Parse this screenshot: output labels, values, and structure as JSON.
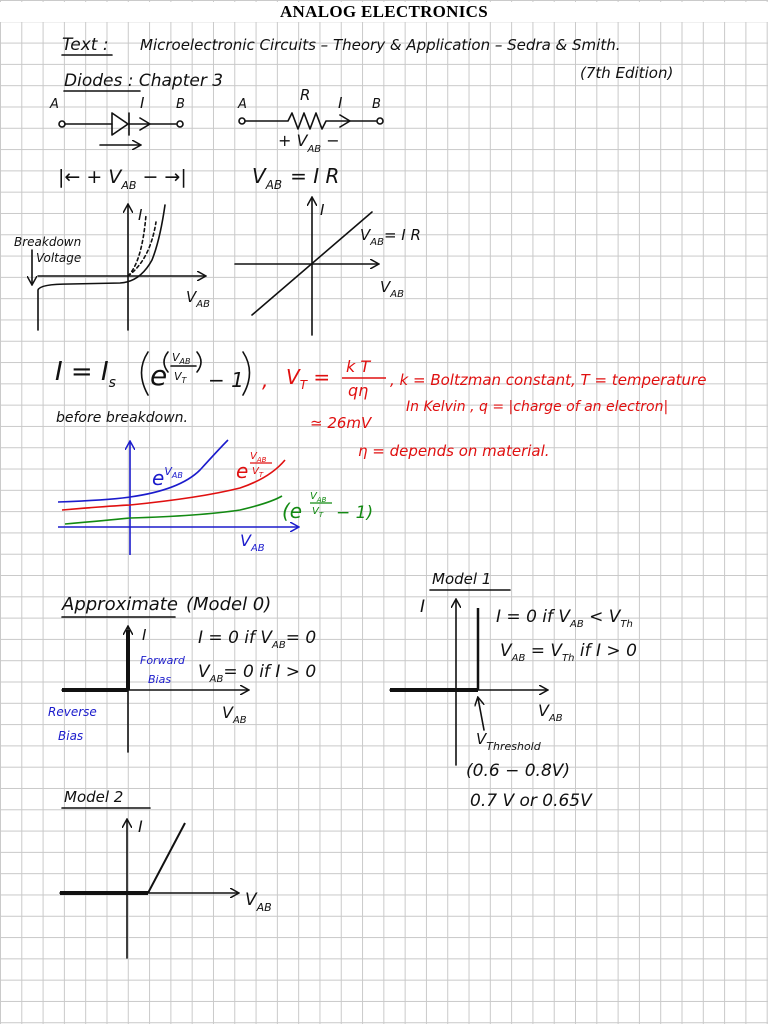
{
  "header": {
    "title": "ANALOG ELECTRONICS"
  },
  "text_ref": {
    "label": "Text :",
    "book": "Microelectronic Circuits – Theory & Application – Sedra & Smith.",
    "edition": "(7th Edition)"
  },
  "diodes": {
    "heading": "Diodes : Chapter 3",
    "diode_sym": {
      "a": "A",
      "i": "I",
      "b": "B",
      "vab": "|← + V",
      "vab_sub": "AB",
      "vab_tail": " − →|"
    },
    "resistor_sym": {
      "a": "A",
      "r": "R",
      "i": "I",
      "b": "B",
      "vab": "+ V",
      "vab_sub": "AB",
      "vab_minus": " −"
    },
    "ohm_eq": {
      "lhs": "V",
      "sub": "AB",
      "rhs": "= I R"
    }
  },
  "diode_graph": {
    "i_label": "I",
    "breakdown_1": "Breakdown",
    "breakdown_2": "Voltage",
    "x_label": "V",
    "x_sub": "AB"
  },
  "resistor_graph": {
    "i_label": "I",
    "line_label": "V",
    "line_sub": "AB",
    "line_rhs": "= I R",
    "x_label": "V",
    "x_sub": "AB"
  },
  "equation": {
    "lhs": "I = I",
    "lhs_sub": "s",
    "exp_base": "e",
    "exp_num": "V",
    "exp_num_sub": "AB",
    "exp_den": "V",
    "exp_den_sub": "T",
    "minus_one": "− 1",
    "before": "before breakdown.",
    "vt_lhs": "V",
    "vt_sub": "T",
    "vt_num": "k T",
    "vt_den": "qη",
    "vt_approx": "≃ 26mV",
    "k_def": ", k = Boltzman constant, T = temperature",
    "kelvin": "In Kelvin , q = |charge of an electron|",
    "n_def": "η = depends on material."
  },
  "exp_graph": {
    "blue_label": "e",
    "blue_sup": "V",
    "blue_sup_sub": "AB",
    "red_label": "e",
    "red_sup_num": "V",
    "red_sup_num_sub": "AB",
    "red_sup_den": "V",
    "red_sup_den_sub": "T",
    "green_label": "(e",
    "green_sup_num": "V",
    "green_sup_num_sub": "AB",
    "green_sup_den": "V",
    "green_sup_den_sub": "T",
    "green_tail": "− 1)",
    "x_label": "V",
    "x_sub": "AB",
    "colors": {
      "blue": "#1b1bcc",
      "red": "#e01010",
      "green": "#138a13"
    }
  },
  "model0": {
    "heading": "Approximate",
    "heading_paren": "(Model 0)",
    "i_label": "I",
    "eq1": "I = 0  if  V",
    "eq1_sub": "AB",
    "eq1_tail": "= 0",
    "eq2": "V",
    "eq2_sub": "AB",
    "eq2_tail": "= 0  if  I > 0",
    "forward_1": "Forward",
    "forward_2": "Bias",
    "reverse_1": "Reverse",
    "reverse_2": "Bias",
    "x_label": "V",
    "x_sub": "AB"
  },
  "model1": {
    "heading": "Model 1",
    "i_label": "I",
    "eq1": "I = 0  if  V",
    "eq1_sub": "AB",
    "eq1_mid": " < V",
    "eq1_sub2": "Th",
    "eq2": "V",
    "eq2_sub": "AB",
    "eq2_mid": " = V",
    "eq2_sub2": "Th",
    "eq2_tail": "  if  I > 0",
    "x_label": "V",
    "x_sub": "AB",
    "threshold": "V",
    "threshold_sub": "Threshold",
    "range": "(0.6 − 0.8V)",
    "typical": "0.7 V or 0.65V"
  },
  "model2": {
    "heading": "Model 2",
    "i_label": "I",
    "x_label": "V",
    "x_sub": "AB"
  }
}
